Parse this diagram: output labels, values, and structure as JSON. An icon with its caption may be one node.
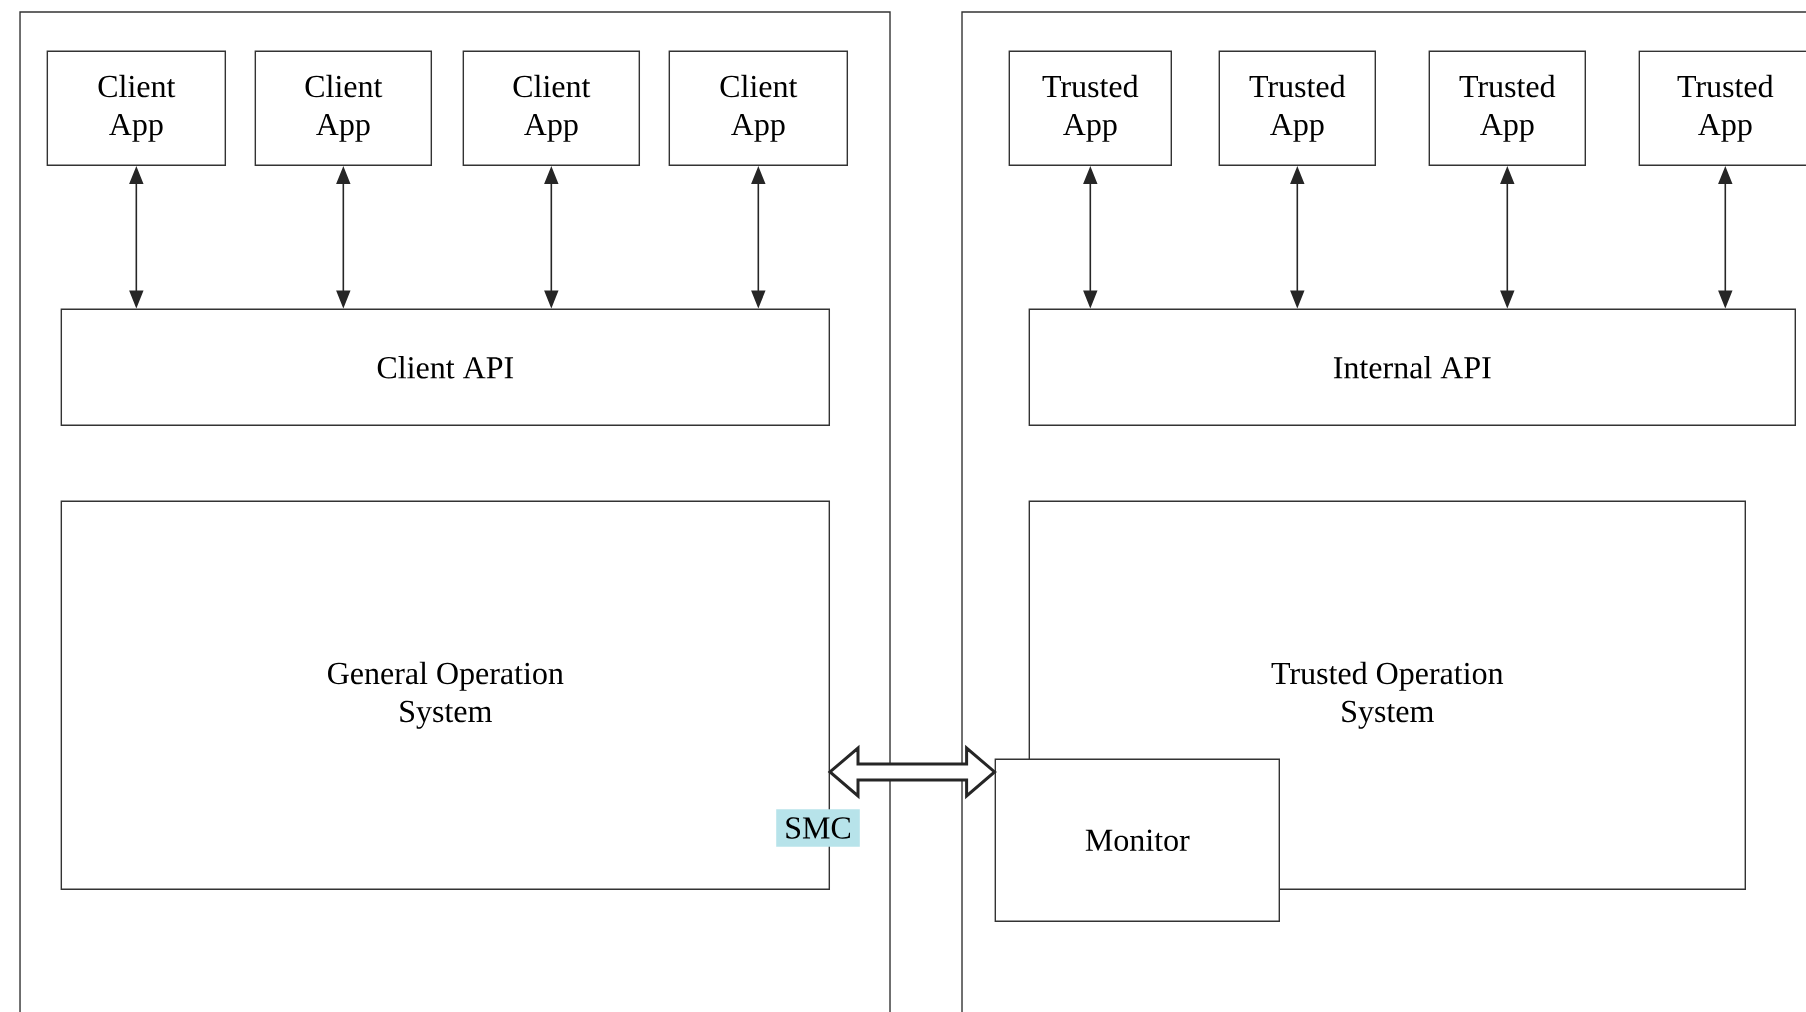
{
  "diagram": {
    "nodes": [
      {
        "text": [],
        "shape": "box"
      },
      {
        "text": [
          "Client App"
        ],
        "in": 0
      },
      {
        "text": [
          "Client App"
        ],
        "in": 0
      },
      {
        "text": [
          "Client App"
        ],
        "in": 0
      },
      {
        "text": [
          "Client App"
        ],
        "in": 0
      },
      {
        "text": [
          "Client API"
        ],
        "in": 0
      },
      {
        "text": [
          "General Operation System"
        ],
        "in": 0
      },
      {
        "text": [],
        "shape": "box"
      },
      {
        "text": [
          "Trusted App"
        ],
        "in": 7
      },
      {
        "text": [
          "Trusted App"
        ],
        "in": 7
      },
      {
        "text": [
          "Trusted App"
        ],
        "in": 7
      },
      {
        "text": [
          "Trusted App"
        ],
        "in": 7
      },
      {
        "text": [
          "Internal API"
        ],
        "in": 7
      },
      {
        "text": [
          "Trusted Operation System"
        ],
        "in": 7
      },
      {
        "text": [
          "Monitor"
        ],
        "in": 7
      }
    ],
    "edges": [
      {
        "from": 1,
        "to": 5,
        "arrow": "both"
      },
      {
        "from": 2,
        "to": 5,
        "arrow": "both"
      },
      {
        "from": 3,
        "to": 5,
        "arrow": "both"
      },
      {
        "from": 4,
        "to": 5,
        "arrow": "both"
      },
      {
        "from": 8,
        "to": 12,
        "arrow": "both"
      },
      {
        "from": 9,
        "to": 12,
        "arrow": "both"
      },
      {
        "from": 10,
        "to": 12,
        "arrow": "both"
      },
      {
        "from": 11,
        "to": 12,
        "arrow": "both"
      },
      {
        "from": 6,
        "to": 14,
        "arrow": "both",
        "label": "SMC",
        "style": "thick"
      }
    ]
  }
}
